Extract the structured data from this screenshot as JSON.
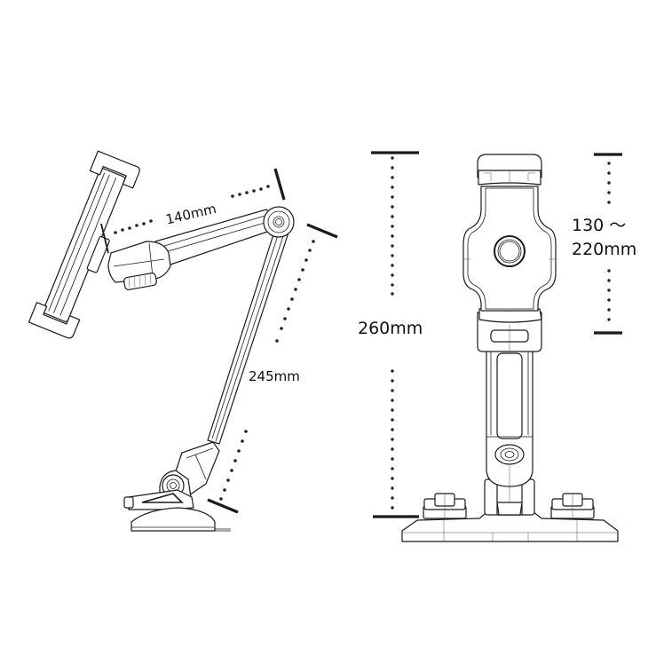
{
  "diagram": {
    "subject": "Tablet stand with articulated arm and suction base",
    "views": [
      {
        "name": "side-view",
        "description": "Side view of stand with extended arm"
      },
      {
        "name": "front-view",
        "description": "Front view of stand with tablet clamp"
      }
    ]
  },
  "dimensions": {
    "upper_arm": "140mm",
    "lower_arm": "245mm",
    "total_height": "260mm",
    "clamp_range_line1": "130 ～",
    "clamp_range_line2": "220mm"
  },
  "colors": {
    "line": "#1a1a1a",
    "dots": "#222222",
    "background": "#ffffff"
  }
}
